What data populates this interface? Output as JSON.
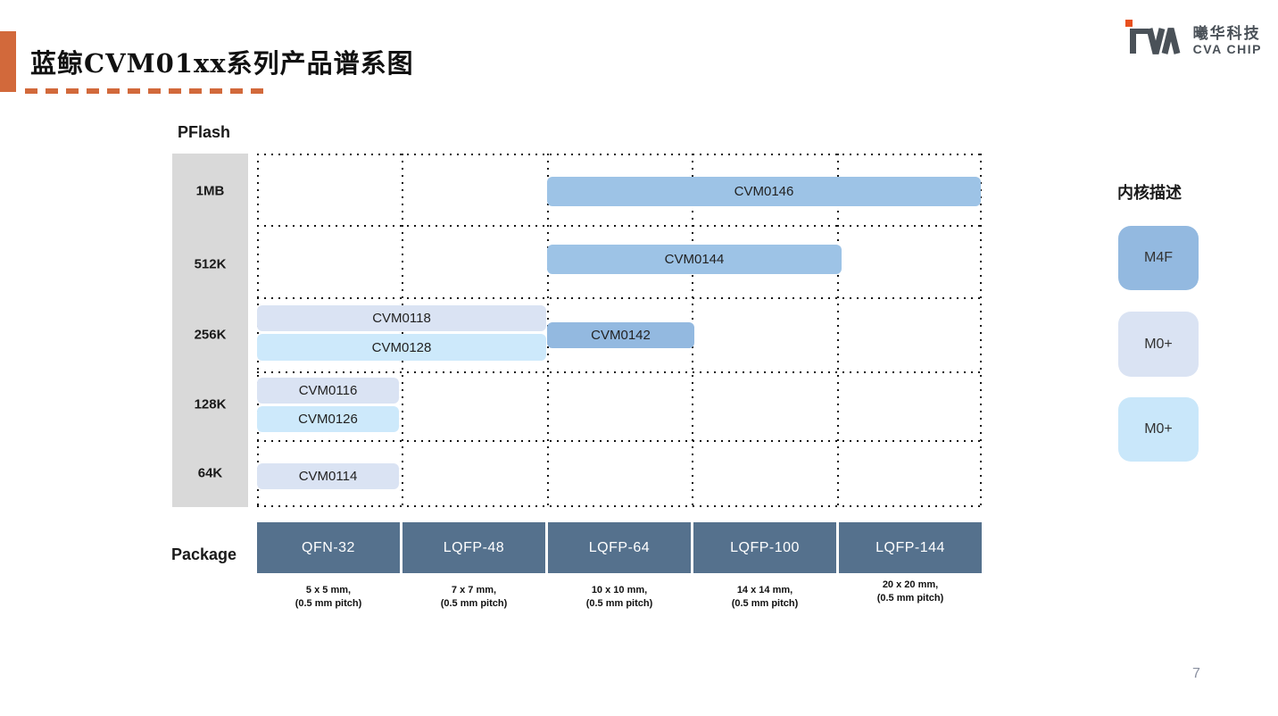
{
  "slide": {
    "title": "蓝鲸CVM01xx系列产品谱系图",
    "page_number": "7",
    "accent_color": "#d2693b"
  },
  "logo": {
    "mark": "CVA",
    "company_cn": "曦华科技",
    "company_en": "CVA CHIP",
    "mark_color": "#4a5158",
    "mark_accent_color": "#e8501e"
  },
  "chart": {
    "y_axis_title": "PFlash",
    "x_axis_title": "Package",
    "flash_rows": [
      "1MB",
      "512K",
      "256K",
      "128K",
      "64K"
    ],
    "packages": [
      {
        "name": "QFN-32",
        "dimensions": "5 x 5 mm,",
        "pitch": "(0.5 mm pitch)"
      },
      {
        "name": "LQFP-48",
        "dimensions": "7 x 7 mm,",
        "pitch": "(0.5 mm pitch)"
      },
      {
        "name": "LQFP-64",
        "dimensions": "10 x 10 mm,",
        "pitch": "(0.5 mm pitch)"
      },
      {
        "name": "LQFP-100",
        "dimensions": "14 x 14 mm,",
        "pitch": "(0.5 mm pitch)"
      },
      {
        "name": "LQFP-144",
        "dimensions": "20 x 20 mm,",
        "pitch": "(0.5 mm pitch)"
      }
    ],
    "package_header_color": "#55718d",
    "products": [
      {
        "name": "CVM0146",
        "core": "M4F",
        "flash": "1MB",
        "package_span": [
          "LQFP-64",
          "LQFP-144"
        ],
        "color": "#9dc3e6"
      },
      {
        "name": "CVM0144",
        "core": "M4F",
        "flash": "512K",
        "package_span": [
          "LQFP-64",
          "LQFP-100"
        ],
        "color": "#9dc3e6"
      },
      {
        "name": "CVM0118",
        "core": "M0+",
        "flash": "256K",
        "package_span": [
          "QFN-32",
          "LQFP-48"
        ],
        "color": "#dae3f3"
      },
      {
        "name": "CVM0128",
        "core": "M0+",
        "flash": "256K",
        "package_span": [
          "QFN-32",
          "LQFP-48"
        ],
        "color": "#cde9fb"
      },
      {
        "name": "CVM0142",
        "core": "M4F",
        "flash": "256K",
        "package_span": [
          "LQFP-64",
          "LQFP-64"
        ],
        "color": "#93b9e0"
      },
      {
        "name": "CVM0116",
        "core": "M0+",
        "flash": "128K",
        "package_span": [
          "QFN-32",
          "QFN-32"
        ],
        "color": "#dae3f3"
      },
      {
        "name": "CVM0126",
        "core": "M0+",
        "flash": "128K",
        "package_span": [
          "QFN-32",
          "QFN-32"
        ],
        "color": "#cde9fb"
      },
      {
        "name": "CVM0114",
        "core": "M0+",
        "flash": "64K",
        "package_span": [
          "QFN-32",
          "QFN-32"
        ],
        "color": "#dae3f3"
      }
    ]
  },
  "legend": {
    "title": "内核描述",
    "items": [
      {
        "label": "M4F",
        "color": "#93b9e0"
      },
      {
        "label": "M0+",
        "color": "#dae3f3"
      },
      {
        "label": "M0+",
        "color": "#c9e7fa"
      }
    ]
  }
}
